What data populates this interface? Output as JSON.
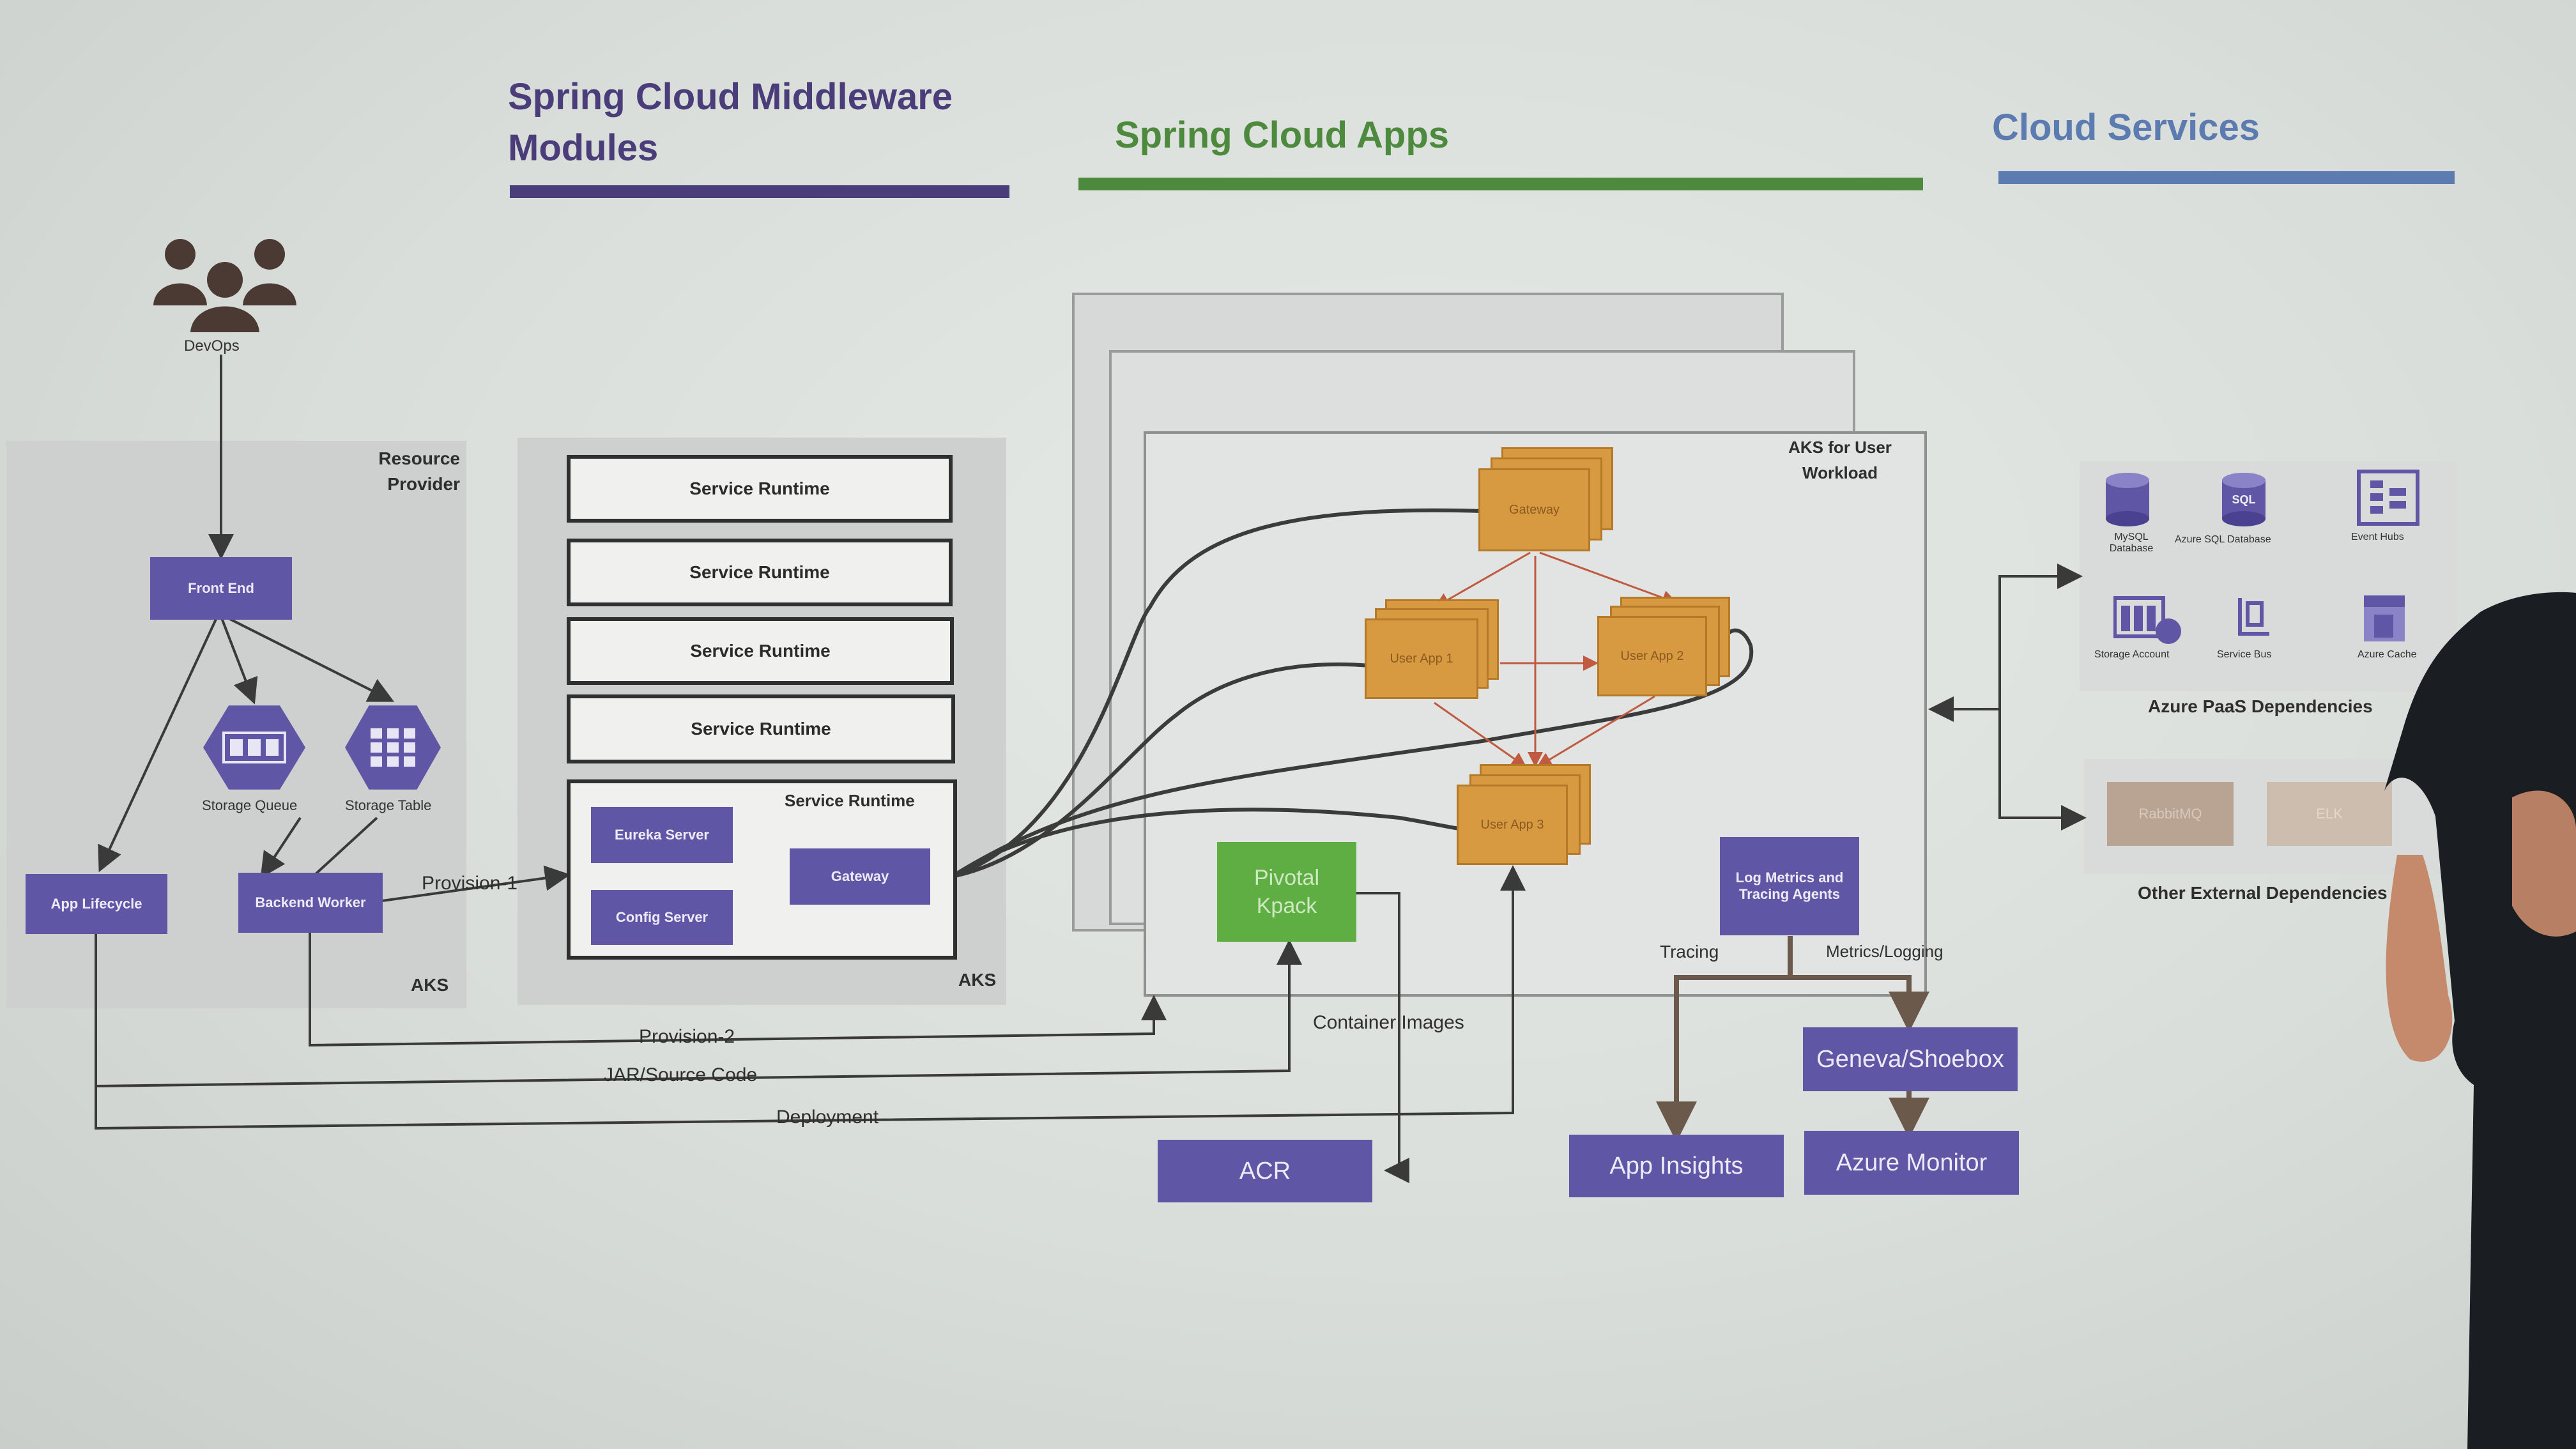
{
  "headers": {
    "middleware": "Spring Cloud Middleware Modules",
    "apps": "Spring Cloud Apps",
    "cloud": "Cloud Services"
  },
  "colors": {
    "middleware": "#4a3d79",
    "apps": "#4e8a3e",
    "cloud": "#5b7bb1",
    "purple_box": "#5f56a5",
    "orange_stack": "#d89a40",
    "green_box": "#5fae43",
    "tan_box": "#b9a493"
  },
  "devops": {
    "label": "DevOps",
    "icon": "users-icon"
  },
  "resource_provider": {
    "title": "Resource Provider",
    "front_end": "Front End",
    "storage_queue": "Storage Queue",
    "storage_table": "Storage Table",
    "app_lifecycle": "App Lifecycle",
    "backend_worker": "Backend Worker",
    "aks": "AKS"
  },
  "middleware_panel": {
    "runtimes": [
      "Service Runtime",
      "Service Runtime",
      "Service Runtime",
      "Service Runtime"
    ],
    "group_title": "Service Runtime",
    "eureka": "Eureka Server",
    "config": "Config Server",
    "gateway": "Gateway",
    "aks": "AKS"
  },
  "apps_panel": {
    "title": "AKS for User Workload",
    "stacks": [
      "Gateway",
      "User App 1",
      "User App 2",
      "User App 3"
    ],
    "pivotal": "Pivotal Kpack",
    "log_agent": "Log Metrics and Tracing Agents"
  },
  "cloud_services": {
    "paas": [
      {
        "icon": "database-icon",
        "label": "MySQL Database"
      },
      {
        "icon": "sql-database-icon",
        "label": "Azure SQL Database"
      },
      {
        "icon": "event-hubs-icon",
        "label": "Event Hubs"
      },
      {
        "icon": "storage-account-icon",
        "label": "Storage Account"
      },
      {
        "icon": "service-bus-icon",
        "label": "Service Bus"
      },
      {
        "icon": "cache-icon",
        "label": "Azure Cache"
      }
    ],
    "paas_title": "Azure PaaS Dependencies",
    "external": [
      "RabbitMQ",
      "ELK"
    ],
    "external_title": "Other External Dependencies"
  },
  "monitoring": {
    "geneva": "Geneva/Shoebox",
    "app_insights": "App Insights",
    "azure_monitor": "Azure Monitor",
    "acr": "ACR",
    "tracing": "Tracing",
    "metrics_logging": "Metrics/Logging"
  },
  "flows": {
    "provision1": "Provision-1",
    "provision2": "Provision-2",
    "jar_source": "JAR/Source Code",
    "deployment": "Deployment",
    "container_images": "Container Images"
  }
}
